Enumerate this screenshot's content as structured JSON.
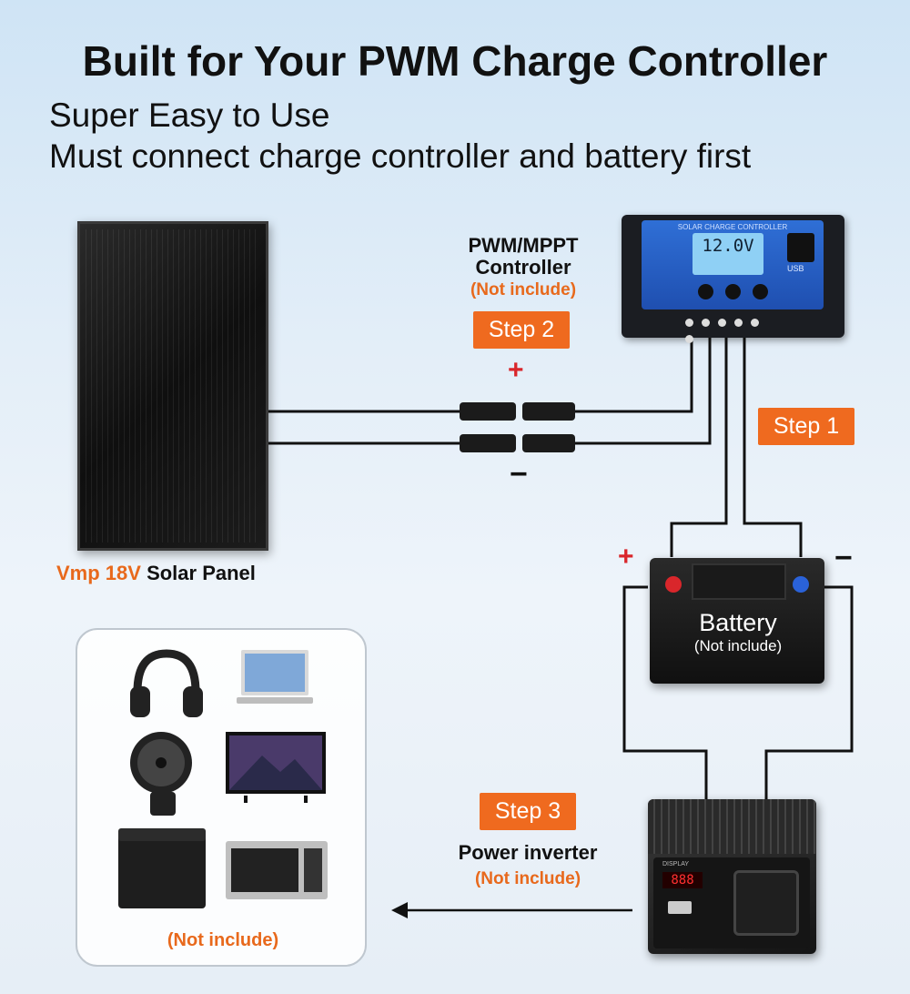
{
  "header": {
    "title": "Built for Your PWM Charge Controller",
    "subtitle_1": "Super Easy to Use",
    "subtitle_2": "Must connect charge controller and battery first"
  },
  "controller": {
    "name_line_1": "PWM/MPPT",
    "name_line_2": "Controller",
    "note": "(Not include)",
    "device_title": "SOLAR CHARGE CONTROLLER",
    "display_value": "12.0V",
    "usb_label": "USB"
  },
  "steps": {
    "step_1": "Step 1",
    "step_2": "Step 2",
    "step_3": "Step 3"
  },
  "polarity": {
    "plus": "+",
    "minus": "−"
  },
  "solar_panel": {
    "vmp": "Vmp 18V",
    "label": "Solar Panel"
  },
  "battery": {
    "label": "Battery",
    "note": "(Not include)"
  },
  "inverter": {
    "label": "Power inverter",
    "note": "(Not include)",
    "display_value": "888",
    "display_title": "DISPLAY"
  },
  "devices": {
    "note": "(Not include)",
    "items": [
      "headphones",
      "laptop",
      "clip fan",
      "television",
      "chest freezer",
      "microwave"
    ]
  },
  "colors": {
    "accent_orange": "#ef6a1f",
    "wire": "#111111",
    "positive": "#d9262b",
    "negative": "#2a62d9"
  }
}
